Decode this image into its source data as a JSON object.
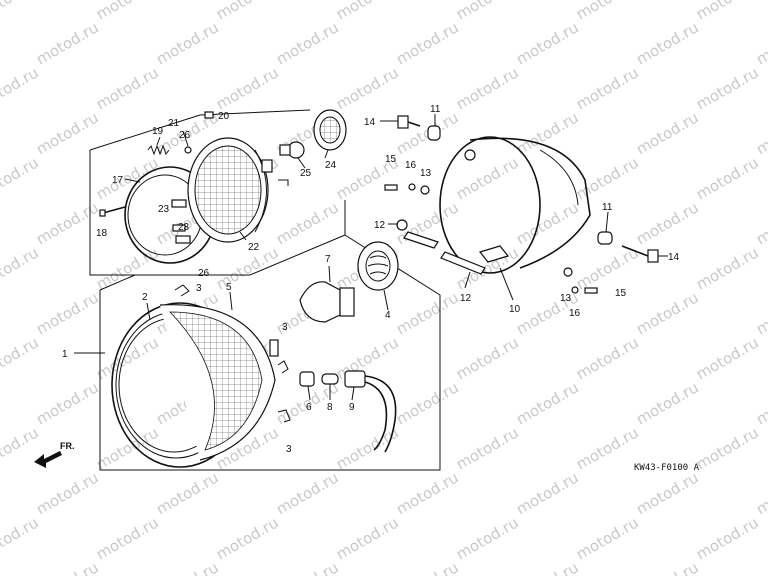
{
  "watermark": "motod.ru",
  "diagram_code": "KW43-F0100 A",
  "front_label": "FR.",
  "callouts": [
    {
      "id": "c1",
      "text": "1"
    },
    {
      "id": "c2",
      "text": "2"
    },
    {
      "id": "c3a",
      "text": "3"
    },
    {
      "id": "c3b",
      "text": "3"
    },
    {
      "id": "c3c",
      "text": "3"
    },
    {
      "id": "c4",
      "text": "4"
    },
    {
      "id": "c5",
      "text": "5"
    },
    {
      "id": "c6",
      "text": "6"
    },
    {
      "id": "c7",
      "text": "7"
    },
    {
      "id": "c8",
      "text": "8"
    },
    {
      "id": "c9",
      "text": "9"
    },
    {
      "id": "c10",
      "text": "10"
    },
    {
      "id": "c11a",
      "text": "11"
    },
    {
      "id": "c11b",
      "text": "11"
    },
    {
      "id": "c12a",
      "text": "12"
    },
    {
      "id": "c12b",
      "text": "12"
    },
    {
      "id": "c13a",
      "text": "13"
    },
    {
      "id": "c13b",
      "text": "13"
    },
    {
      "id": "c14a",
      "text": "14"
    },
    {
      "id": "c14b",
      "text": "14"
    },
    {
      "id": "c15a",
      "text": "15"
    },
    {
      "id": "c15b",
      "text": "15"
    },
    {
      "id": "c16a",
      "text": "16"
    },
    {
      "id": "c16b",
      "text": "16"
    },
    {
      "id": "c17",
      "text": "17"
    },
    {
      "id": "c18",
      "text": "18"
    },
    {
      "id": "c19",
      "text": "19"
    },
    {
      "id": "c20",
      "text": "20"
    },
    {
      "id": "c21",
      "text": "21"
    },
    {
      "id": "c22",
      "text": "22"
    },
    {
      "id": "c23a",
      "text": "23"
    },
    {
      "id": "c23b",
      "text": "23"
    },
    {
      "id": "c24",
      "text": "24"
    },
    {
      "id": "c25",
      "text": "25"
    },
    {
      "id": "c26a",
      "text": "26"
    },
    {
      "id": "c26b",
      "text": "26"
    }
  ]
}
